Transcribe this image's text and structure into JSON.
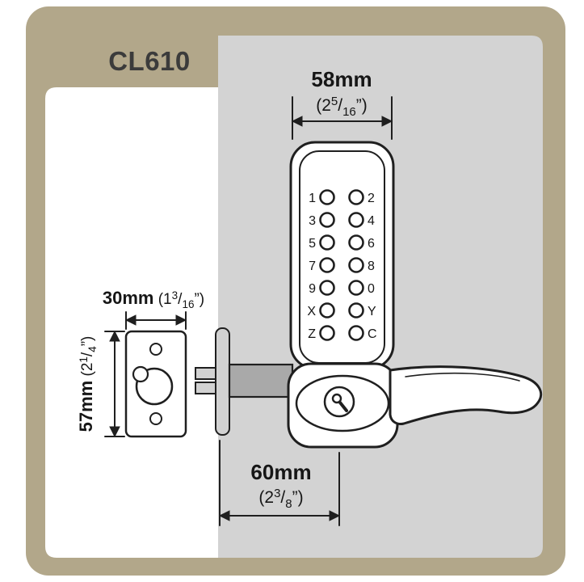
{
  "title": "CL610",
  "colors": {
    "frame": "#b2a78a",
    "door": "#d3d3d3",
    "panel": "#ffffff",
    "line": "#1f1f1f",
    "metal": "#a9a9a9",
    "metal_light": "#d2d2d2",
    "title_text": "#3b3b3b"
  },
  "dimensions": {
    "top": {
      "mm": "58mm",
      "open": "(2",
      "num": "5",
      "slash": "/",
      "den": "16",
      "close": "”)"
    },
    "plate_width": {
      "mm": "30mm",
      "open": " (1",
      "num": "3",
      "slash": "/",
      "den": "16",
      "close": "”)"
    },
    "plate_height": {
      "mm": "57mm",
      "open": " (2",
      "num": "1",
      "slash": "/",
      "den": "4",
      "close": "”)"
    },
    "backset": {
      "mm": "60mm",
      "open": "(2",
      "num": "3",
      "slash": "/",
      "den": "8",
      "close": "”)"
    }
  },
  "keypad": {
    "rows": [
      [
        "1",
        "2"
      ],
      [
        "3",
        "4"
      ],
      [
        "5",
        "6"
      ],
      [
        "7",
        "8"
      ],
      [
        "9",
        "0"
      ],
      [
        "X",
        "Y"
      ],
      [
        "Z",
        "C"
      ]
    ]
  }
}
